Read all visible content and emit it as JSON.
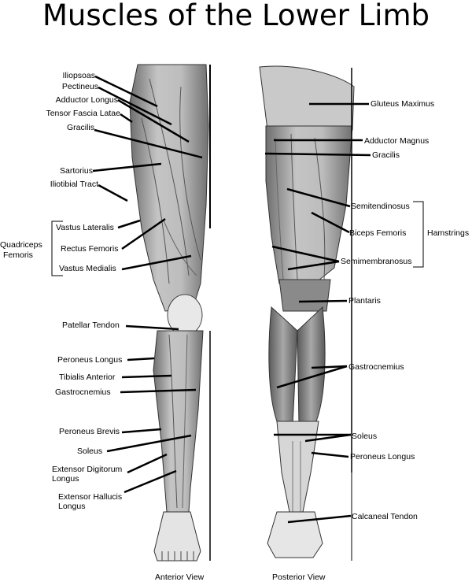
{
  "title": "Muscles of the Lower Limb",
  "anterior": {
    "caption": "Anterior View",
    "labels": {
      "iliopsoas": "Iliopsoas",
      "pectineus": "Pectineus",
      "adductor_longus": "Adductor Longus",
      "tensor_fascia_latae": "Tensor Fascia Latae",
      "gracilis": "Gracilis",
      "sartorius": "Sartorius",
      "iliotibial_tract": "Iliotibial Tract",
      "vastus_lateralis": "Vastus Lateralis",
      "rectus_femoris": "Rectus Femoris",
      "vastus_medialis": "Vastus Medialis",
      "patellar_tendon": "Patellar Tendon",
      "peroneus_longus": "Peroneus Longus",
      "tibialis_anterior": "Tibialis Anterior",
      "gastrocnemius": "Gastrocnemius",
      "peroneus_brevis": "Peroneus Brevis",
      "soleus": "Soleus",
      "extensor_digitorum_1": "Extensor Digitorum",
      "extensor_digitorum_2": "Longus",
      "extensor_hallucis_1": "Extensor Hallucis",
      "extensor_hallucis_2": "Longus"
    },
    "group": {
      "line1": "Quadriceps",
      "line2": "Femoris"
    }
  },
  "posterior": {
    "caption": "Posterior View",
    "labels": {
      "gluteus_maximus": "Gluteus Maximus",
      "adductor_magnus": "Adductor Magnus",
      "gracilis": "Gracilis",
      "semitendinosus": "Semitendinosus",
      "biceps_femoris": "Biceps Femoris",
      "semimembranosus": "Semimembranosus",
      "plantaris": "Plantaris",
      "gastrocnemius": "Gastrocnemius",
      "soleus": "Soleus",
      "peroneus_longus": "Peroneus Longus",
      "calcaneal_tendon": "Calcaneal Tendon"
    },
    "group": "Hamstrings"
  }
}
